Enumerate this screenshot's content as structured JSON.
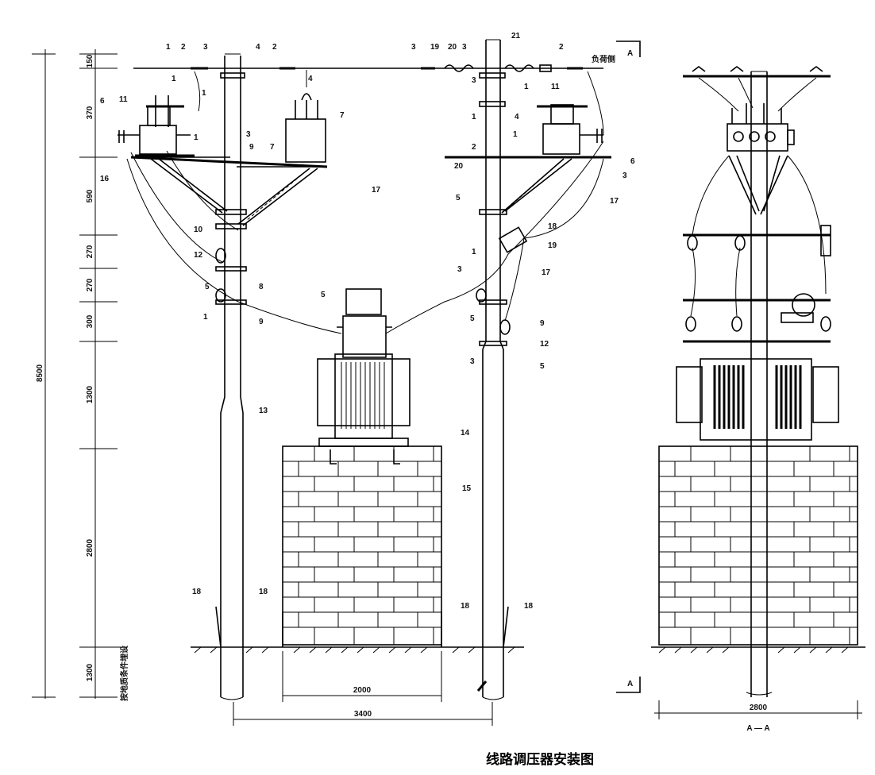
{
  "drawing": {
    "title": "线路调压器安装图",
    "section_label": "A — A",
    "section_mark": "A",
    "direction_label": "负荷侧",
    "ground_note": "按地质条件埋设",
    "dimensions": {
      "total_height": "8500",
      "top_segment": "150",
      "segments": [
        "370",
        "590",
        "270",
        "270",
        "300",
        "1300",
        "2800",
        "1300"
      ],
      "base_width_inner": "2000",
      "pole_spacing": "3400",
      "side_base_width": "2800"
    },
    "part_numbers": [
      "1",
      "2",
      "3",
      "4",
      "5",
      "6",
      "7",
      "8",
      "9",
      "10",
      "11",
      "12",
      "13",
      "14",
      "15",
      "16",
      "17",
      "18",
      "19",
      "20",
      "21"
    ]
  }
}
